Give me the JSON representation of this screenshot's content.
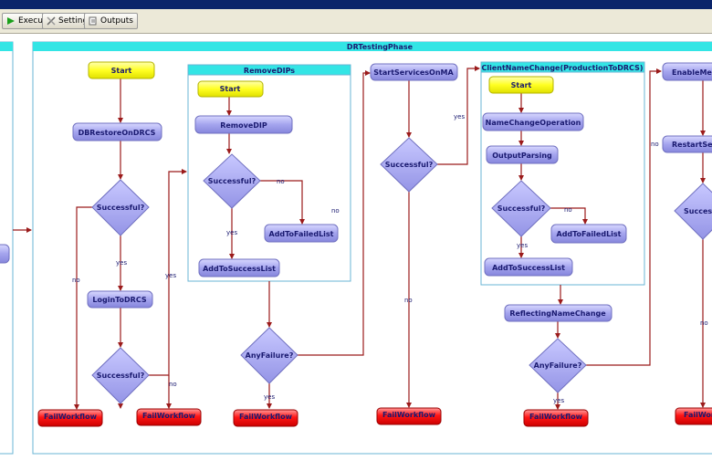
{
  "toolbar": {
    "execute_label": "Execute",
    "settings_label": "Settings",
    "outputs_label": "Outputs"
  },
  "diagram": {
    "phase_title": "DRTestingPhase",
    "start": "Start",
    "db_restore": "DBRestoreOnDRCS",
    "successful_q": "Successful?",
    "login": "LoginToDRCS",
    "fail_workflow": "FailWorkflow",
    "remove_dips_title": "RemoveDIPs",
    "remove_dip": "RemoveDIP",
    "add_failed": "AddToFailedList",
    "add_success": "AddToSuccessList",
    "any_failure_q": "AnyFailure?",
    "start_services": "StartServicesOnMA",
    "cnc_title": "ClientNameChange(ProductionToDRCS)",
    "name_change_op": "NameChangeOperation",
    "output_parsing": "OutputParsing",
    "reflecting": "ReflectingNameChange",
    "enable_media": "EnableMedi",
    "restart_services": "RestartServ",
    "successful_partial": "Successf",
    "yes": "yes",
    "no": "no"
  },
  "colors": {
    "node_fill": "#9c9ce8",
    "start_fill": "#ffff33",
    "fail_fill": "#ee1111",
    "header_fill": "#33e5e5",
    "edge": "#9b1b1b"
  }
}
